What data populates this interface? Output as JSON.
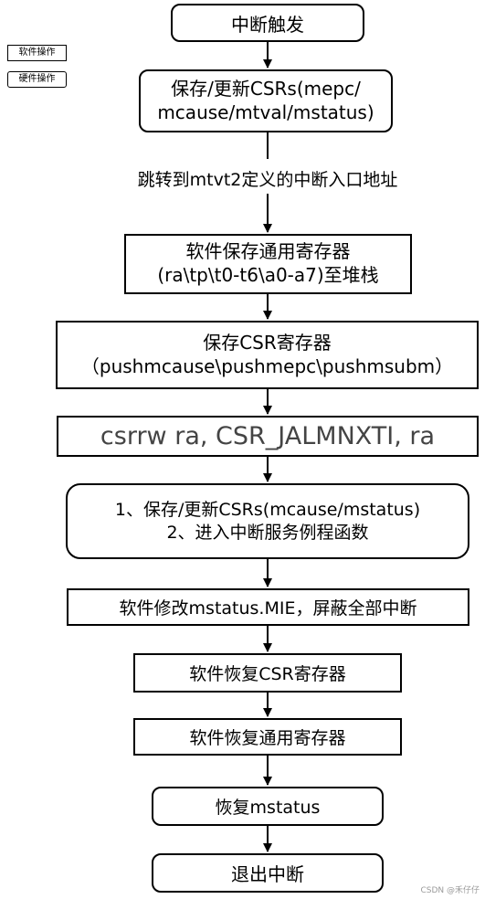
{
  "legend": {
    "software": "软件操作",
    "hardware": "硬件操作"
  },
  "nodes": {
    "n1": "中断触发",
    "n2": [
      "保存/更新CSRs(mepc/",
      "mcause/mtval/mstatus)"
    ],
    "n3": [
      "软件保存通用寄存器",
      "(ra\\tp\\t0-t6\\a0-a7)至堆栈"
    ],
    "n4": [
      "保存CSR寄存器",
      "（pushmcause\\pushmepc\\pushmsubm）"
    ],
    "n5": "csrrw ra, CSR_JALMNXTI, ra",
    "n6": [
      "1、保存/更新CSRs(mcause/mstatus)",
      "2、进入中断服务例程函数"
    ],
    "n7": "软件修改mstatus.MIE，屏蔽全部中断",
    "n8": "软件恢复CSR寄存器",
    "n9": "软件恢复通用寄存器",
    "n10": "恢复mstatus",
    "n11": "退出中断"
  },
  "edge_label": "跳转到mtvt2定义的中断入口地址",
  "watermark": "CSDN @禾仔仔"
}
